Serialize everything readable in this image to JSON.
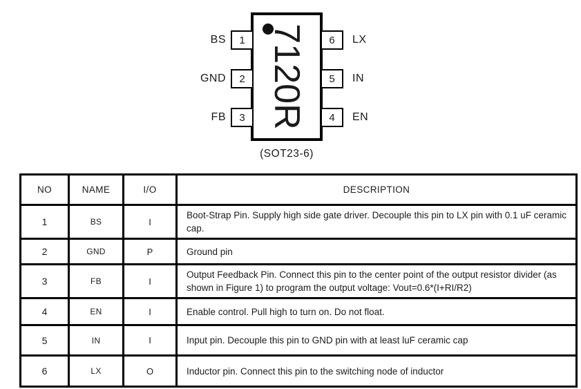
{
  "diagram": {
    "chip_label": "7120R",
    "package_caption": "(SOT23-6)",
    "left_pins": [
      {
        "number": "1",
        "name": "BS"
      },
      {
        "number": "2",
        "name": "GND"
      },
      {
        "number": "3",
        "name": "FB"
      }
    ],
    "right_pins": [
      {
        "number": "6",
        "name": "LX"
      },
      {
        "number": "5",
        "name": "IN"
      },
      {
        "number": "4",
        "name": "EN"
      }
    ]
  },
  "table": {
    "headers": {
      "no": "NO",
      "name": "NAME",
      "io": "I/O",
      "description": "DESCRIPTION"
    },
    "rows": [
      {
        "no": "1",
        "name": "BS",
        "io": "I",
        "description": "Boot-Strap Pin. Supply high side gate driver. Decouple this pin to LX pin with 0.1 uF ceramic cap."
      },
      {
        "no": "2",
        "name": "GND",
        "io": "P",
        "description": "Ground pin"
      },
      {
        "no": "3",
        "name": "FB",
        "io": "I",
        "description": "Output Feedback Pin. Connect this pin to the center point of the output resistor divider (as shown in Figure 1) to program the output voltage: Vout=0.6*(I+RI/R2)"
      },
      {
        "no": "4",
        "name": "EN",
        "io": "I",
        "description": "Enable control. Pull high to turn on. Do not float."
      },
      {
        "no": "5",
        "name": "IN",
        "io": "I",
        "description": "Input pin. Decouple this pin to GND pin with at least luF ceramic cap"
      },
      {
        "no": "6",
        "name": "LX",
        "io": "O",
        "description": "Inductor pin. Connect this pin to the switching node of inductor"
      }
    ]
  },
  "colors": {
    "ink": "#1a1a1a",
    "border": "#000000",
    "background": "#ffffff"
  }
}
